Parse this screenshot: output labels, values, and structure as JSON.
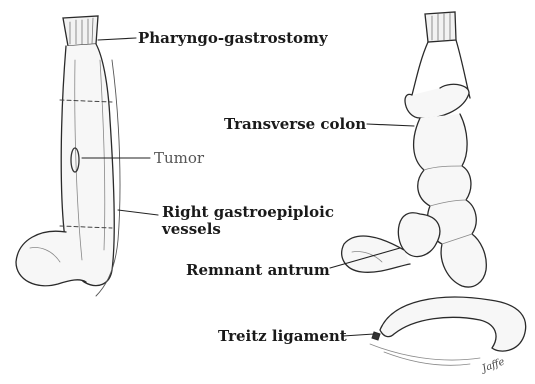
{
  "labels": {
    "pharyngo": "Pharyngo-gastrostomy",
    "tumor": "Tumor",
    "right_ge_line1": "Right gastroepiploic",
    "right_ge_line2": "vessels",
    "transverse_colon": "Transverse colon",
    "remnant_antrum": "Remnant antrum",
    "treitz": "Treitz ligament"
  },
  "signature": "Jaffe"
}
